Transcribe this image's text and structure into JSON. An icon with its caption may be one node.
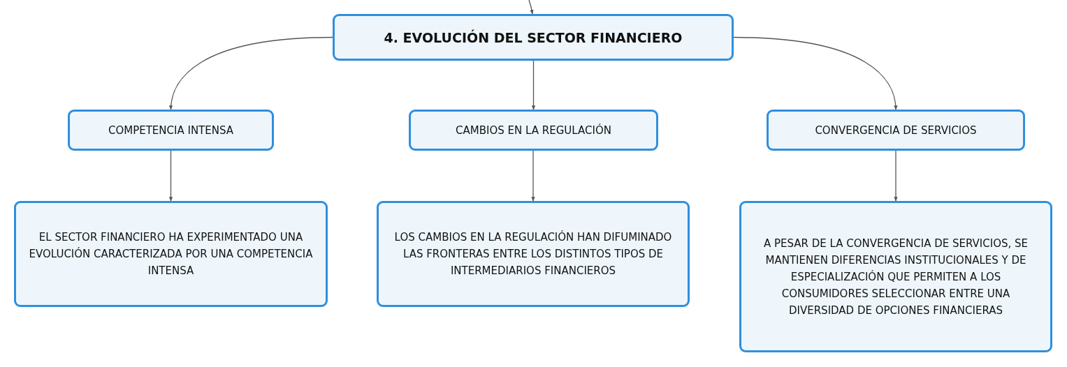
{
  "diagram": {
    "nodes": [
      {
        "text": [
          "4. EVOLUCIÓN DEL SECTOR FINANCIERO"
        ]
      },
      {
        "text": [
          "COMPETENCIA INTENSA"
        ]
      },
      {
        "text": [
          "CAMBIOS EN LA REGULACIÓN"
        ]
      },
      {
        "text": [
          "CONVERGENCIA DE SERVICIOS"
        ]
      },
      {
        "text": [
          "EL SECTOR FINANCIERO HA EXPERIMENTADO UNA EVOLUCIÓN CARACTERIZADA POR UNA COMPETENCIA INTENSA"
        ]
      },
      {
        "text": [
          "LOS CAMBIOS EN LA REGULACIÓN HAN DIFUMINADO LAS FRONTERAS ENTRE LOS DISTINTOS TIPOS DE INTERMEDIARIOS FINANCIEROS"
        ]
      },
      {
        "text": [
          "A PESAR DE LA CONVERGENCIA DE SERVICIOS, SE MANTIENEN DIFERENCIAS INSTITUCIONALES Y DE ESPECIALIZACIÓN QUE PERMITEN A LOS CONSUMIDORES SELECCIONAR ENTRE UNA DIVERSIDAD DE OPCIONES FINANCIERAS"
        ]
      }
    ],
    "edges": [
      {
        "from": null,
        "to": 0,
        "arrow": "to"
      },
      {
        "from": 0,
        "to": 1,
        "arrow": "to"
      },
      {
        "from": 0,
        "to": 2,
        "arrow": "to"
      },
      {
        "from": 0,
        "to": 3,
        "arrow": "to"
      },
      {
        "from": 1,
        "to": 4,
        "arrow": "to"
      },
      {
        "from": 2,
        "to": 5,
        "arrow": "to"
      },
      {
        "from": 3,
        "to": 6,
        "arrow": "to"
      }
    ]
  }
}
